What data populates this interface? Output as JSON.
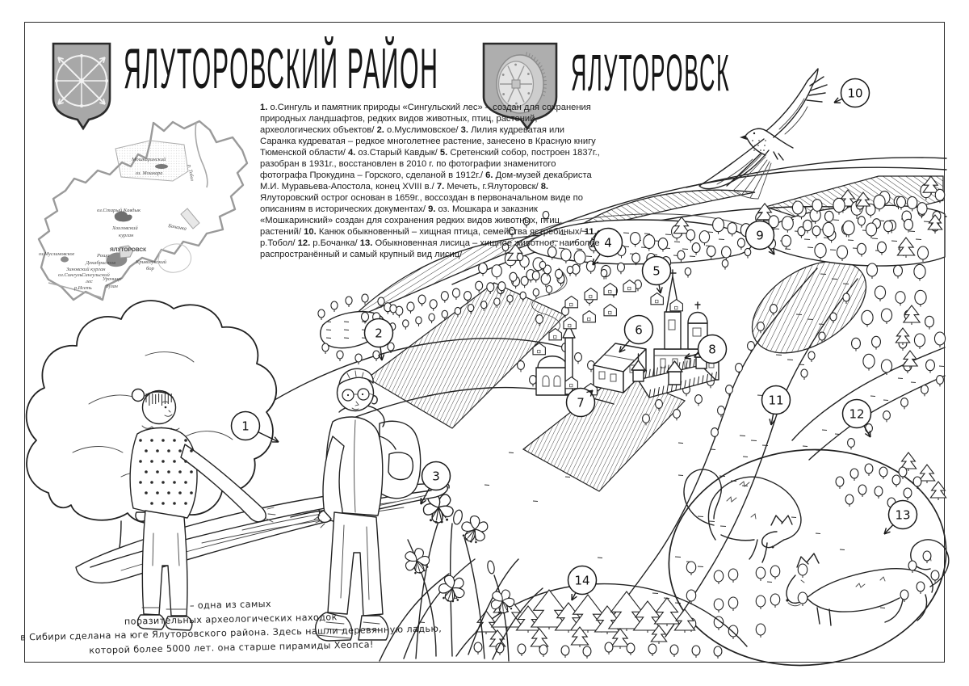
{
  "header": {
    "district_title": "ЯЛУТОРОВСКИЙ РАЙОН",
    "city_title": "ЯЛУТОРОВСК",
    "district_crest_icon": "wheel-with-arrows-crest",
    "city_crest_icon": "millstone-crest"
  },
  "legend": {
    "items": [
      {
        "n": "1.",
        "t": "о.Сингуль и памятник природы «Сингульский лес» – создан для сохранения природных ландшафтов, редких видов животных, птиц, растений, археологических объектов/"
      },
      {
        "n": "2.",
        "t": "о.Муслимовское/"
      },
      {
        "n": "3.",
        "t": "Лилия кудреватая или Саранка кудреватая – редкое многолетнее растение,  занесено в Красную книгу Тюменской области/"
      },
      {
        "n": "4.",
        "t": "оз.Старый Кавдык/"
      },
      {
        "n": "5.",
        "t": "Сретенский собор, построен 1837г., разобран в 1931г., восстановлен в 2010 г. по фотографии знаменитого фотографа Прокудина – Горского, сделаной в 1912г./"
      },
      {
        "n": "6.",
        "t": "Дом-музей декабриста М.И. Муравьева-Апостола, конец XVIII в./"
      },
      {
        "n": "7.",
        "t": "Мечеть, г.Ялуторовск/"
      },
      {
        "n": "8.",
        "t": "Ялуторовский острог основан в 1659г., воссоздан в первоначальном виде по описаниям в исторических документах/"
      },
      {
        "n": "9.",
        "t": "оз. Мошкара и заказник «Мошкаринский» создан для сохранения редких видов животных, птиц, растений/"
      },
      {
        "n": "10.",
        "t": "Канюк обыкновенный – хищная птица, семейства ястребиных/"
      },
      {
        "n": "11.",
        "t": "р.Тобол/"
      },
      {
        "n": "12.",
        "t": "р.Бочанка/"
      },
      {
        "n": "13.",
        "t": "Обыкновенная лисица – хищное животное, наиболее распространённый и самый крупный вид лисиц/"
      }
    ]
  },
  "district_map": {
    "labels": [
      "Мошкаринский",
      "оз. Мошкара",
      "р. Тобол",
      "оз.Старый Кавдык",
      "Бочанка",
      "Хохловский",
      "курган",
      "ЯЛУТОРОВСК",
      "Роща",
      "Декабристов",
      "Зиновский курган",
      "оз.Муслимовское",
      "оз.Сингуль",
      "Сингульский",
      "лес",
      "Урочище",
      "Бузан",
      "Криволукский",
      "бор",
      "р.Исеть"
    ]
  },
  "markers": {
    "numbers": [
      "1",
      "2",
      "3",
      "4",
      "5",
      "6",
      "7",
      "8",
      "9",
      "10",
      "11",
      "12",
      "13",
      "14"
    ]
  },
  "caption": {
    "lines": [
      "– одна из самых",
      "поразительных археологических находок",
      "в Сибири сделана на юге Ялуторовского района. Здесь нашли деревянную ладью,",
      "которой более 5000 лет. она старше пирамиды Хеопса!"
    ]
  }
}
